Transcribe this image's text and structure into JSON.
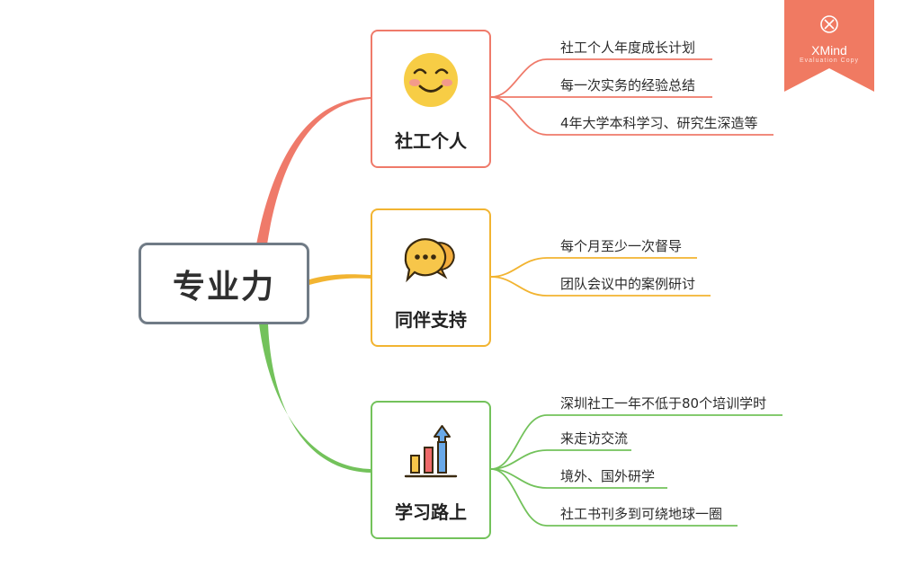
{
  "root": {
    "label": "专业力"
  },
  "branches": [
    {
      "label": "社工个人",
      "icon": "smiley-face-icon",
      "color": "#ef7a6a",
      "items": [
        "社工个人年度成长计划",
        "每一次实务的经验总结",
        "4年大学本科学习、研究生深造等"
      ]
    },
    {
      "label": "同伴支持",
      "icon": "chat-bubbles-icon",
      "color": "#f2b431",
      "items": [
        "每个月至少一次督导",
        "团队会议中的案例研讨"
      ]
    },
    {
      "label": "学习路上",
      "icon": "growth-chart-icon",
      "color": "#73c25b",
      "items": [
        "深圳社工一年不低于80个培训学时",
        "来走访交流",
        "境外、国外研学",
        "社工书刊多到可绕地球一圈"
      ]
    }
  ],
  "watermark": {
    "logo": "XMind",
    "subtitle": "Evaluation Copy",
    "color": "#f07a62"
  }
}
